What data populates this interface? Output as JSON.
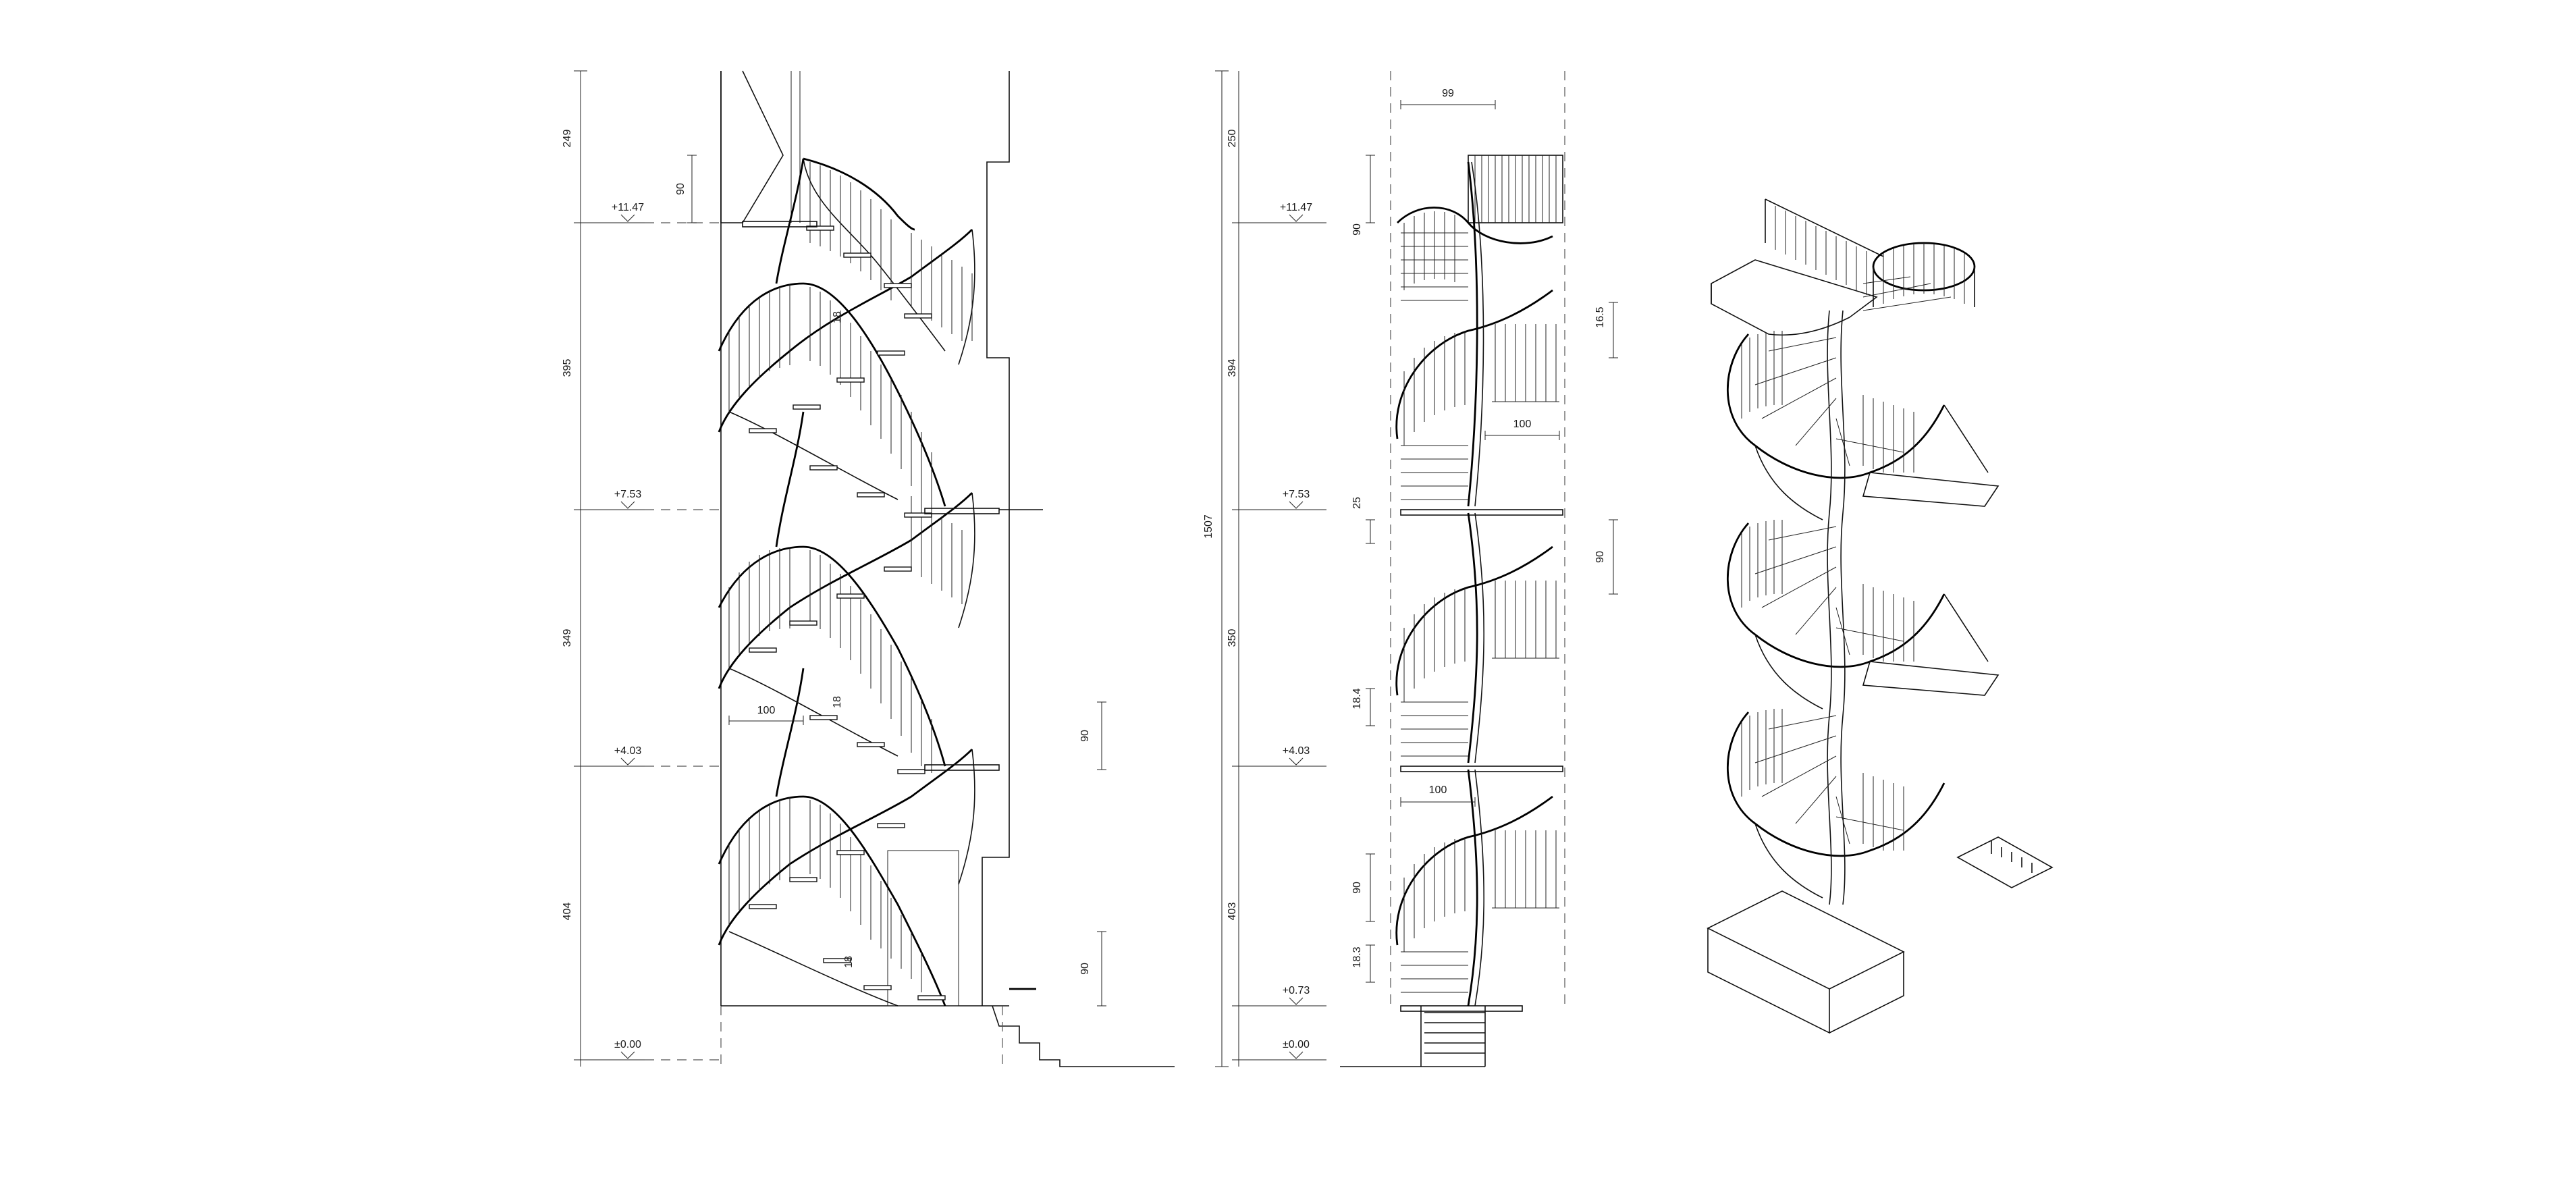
{
  "elevation_left": {
    "levels": [
      "+11.47",
      "+7.53",
      "+4.03",
      "±0.00"
    ],
    "floor_heights": [
      "249",
      "395",
      "349",
      "404"
    ],
    "dims": [
      "90",
      "100",
      "90",
      "90",
      "18",
      "18",
      "18"
    ]
  },
  "elevation_mid": {
    "levels": [
      "+11.47",
      "+7.53",
      "+4.03",
      "+0.73",
      "±0.00"
    ],
    "floor_heights": [
      "250",
      "394",
      "350",
      "403"
    ],
    "total_height": "1507",
    "top_width": "99",
    "dims_left": [
      "90",
      "25",
      "18.4",
      "90",
      "18.3"
    ],
    "dims_right": [
      "16.5",
      "100",
      "90"
    ],
    "landing_width": "100"
  }
}
